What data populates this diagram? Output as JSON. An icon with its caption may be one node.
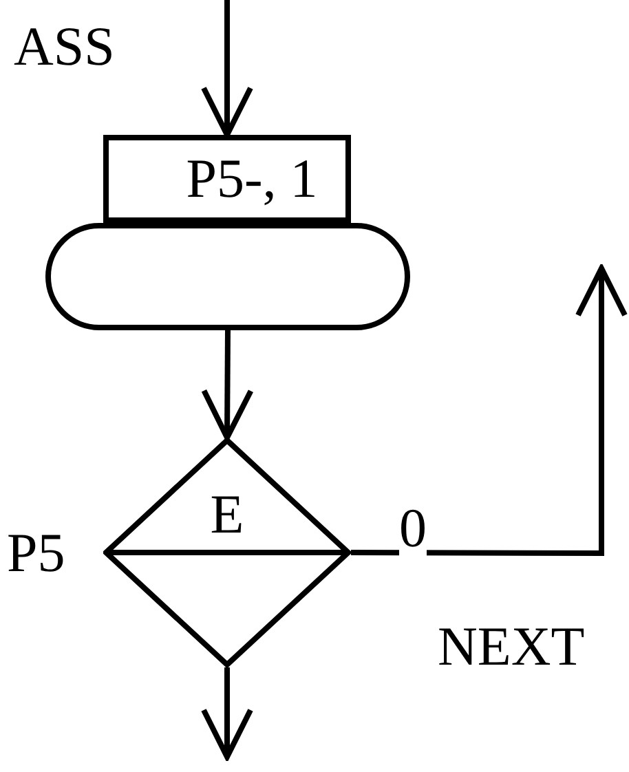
{
  "diagram": {
    "nodes": [
      {
        "text": [
          "P5-, 1"
        ]
      },
      {
        "text": [],
        "shape": "stadium"
      },
      {
        "text": [
          "E"
        ],
        "beside": [
          "P5"
        ]
      }
    ],
    "edges": [
      {
        "from": null,
        "to": 0,
        "arrow": "to"
      },
      {
        "from": 1,
        "to": 2,
        "arrow": "to"
      },
      {
        "from": 2,
        "to": null,
        "arrow": "to",
        "label": "0"
      },
      {
        "from": 2,
        "to": null,
        "arrow": "to"
      }
    ],
    "labels": [
      "ASS",
      "NEXT"
    ]
  }
}
